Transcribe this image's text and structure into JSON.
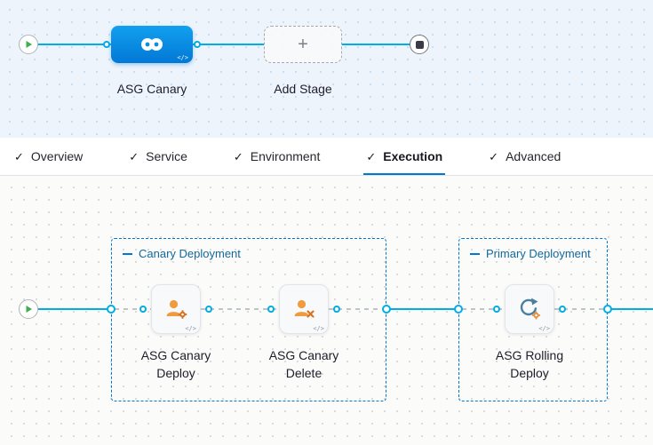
{
  "glyphs": {
    "check": "✓",
    "plus": "+",
    "code": "</>"
  },
  "stage_pipeline": {
    "stage_label": "ASG Canary",
    "add_stage_label": "Add Stage"
  },
  "tabs": [
    {
      "label": "Overview",
      "state": "completed"
    },
    {
      "label": "Service",
      "state": "completed"
    },
    {
      "label": "Environment",
      "state": "completed"
    },
    {
      "label": "Execution",
      "state": "active"
    },
    {
      "label": "Advanced",
      "state": "completed"
    }
  ],
  "execution_graph": {
    "groups": [
      {
        "label": "Canary Deployment",
        "steps": [
          {
            "label": "ASG Canary Deploy"
          },
          {
            "label": "ASG Canary Delete"
          }
        ]
      },
      {
        "label": "Primary Deployment",
        "steps": [
          {
            "label": "ASG Rolling Deploy"
          }
        ]
      }
    ]
  },
  "colors": {
    "accent_blue": "#0278d5",
    "connector_blue": "#00ade4",
    "stage_node_fill": "#0b8fe0",
    "step_icon_orange": "#e8903b",
    "play_green": "#3fae4e",
    "group_border": "#0278d5"
  }
}
